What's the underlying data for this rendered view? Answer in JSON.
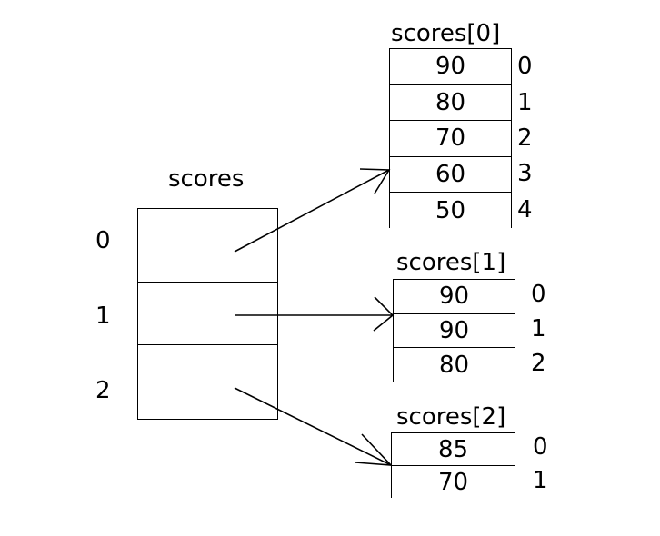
{
  "diagram": {
    "title_main": "scores",
    "outer_array": {
      "name": "scores",
      "index_labels": [
        "0",
        "1",
        "2"
      ],
      "cells": [
        "",
        "",
        ""
      ]
    },
    "inner_arrays": [
      {
        "title": "scores[0]",
        "values": [
          "90",
          "80",
          "70",
          "60",
          "50"
        ],
        "index_labels": [
          "0",
          "1",
          "2",
          "3",
          "4"
        ]
      },
      {
        "title": "scores[1]",
        "values": [
          "90",
          "90",
          "80"
        ],
        "index_labels": [
          "0",
          "1",
          "2"
        ]
      },
      {
        "title": "scores[2]",
        "values": [
          "85",
          "70"
        ],
        "index_labels": [
          "0",
          "1"
        ]
      }
    ],
    "colors": {
      "stroke": "#000000",
      "background": "#ffffff",
      "text": "#000000"
    }
  }
}
